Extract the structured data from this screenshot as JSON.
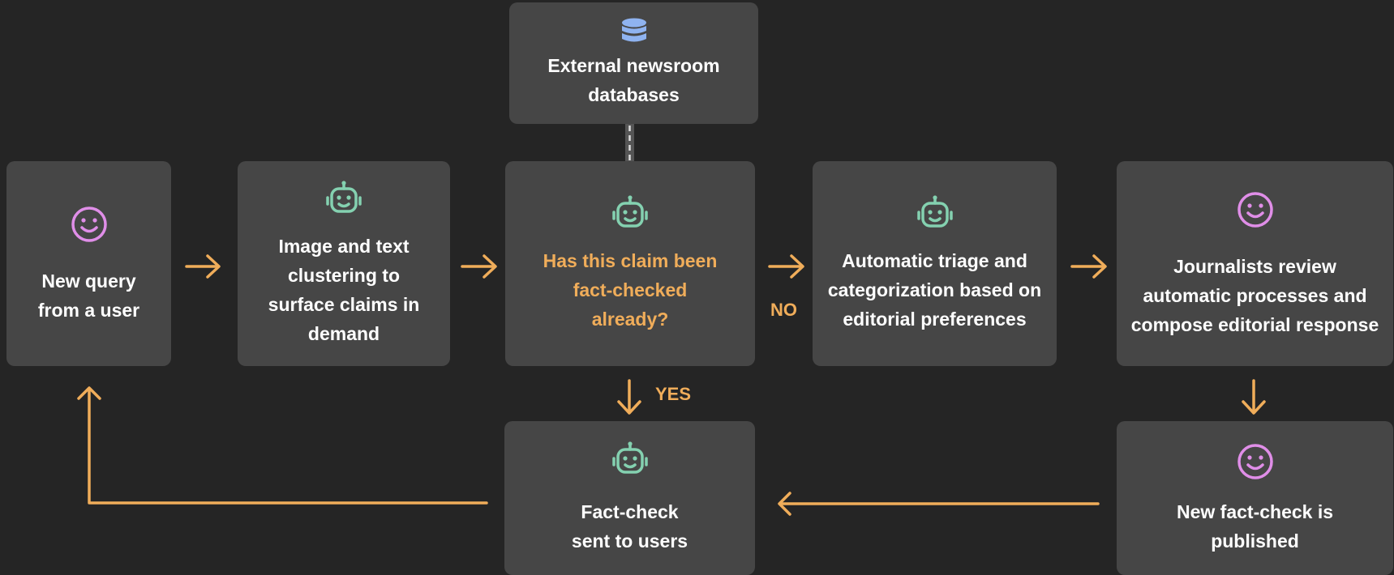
{
  "nodes": {
    "external_db": {
      "text": "External newsroom databases",
      "icon": "database-icon"
    },
    "new_query": {
      "text": "New query from a user",
      "icon": "smiley-icon"
    },
    "clustering": {
      "text": "Image and text clustering to surface claims in demand",
      "icon": "robot-icon"
    },
    "decision": {
      "text": "Has this claim been fact-checked already?",
      "icon": "robot-icon"
    },
    "triage": {
      "text": "Automatic triage and categorization based on editorial preferences",
      "icon": "robot-icon"
    },
    "journalists": {
      "text": "Journalists review automatic processes and compose editorial response",
      "icon": "smiley-icon"
    },
    "sent": {
      "text": "Fact-check sent to users",
      "icon": "robot-icon"
    },
    "published": {
      "text": "New fact-check is published",
      "icon": "smiley-icon"
    }
  },
  "branches": {
    "no": "NO",
    "yes": "YES"
  },
  "colors": {
    "background": "#252525",
    "box": "#464646",
    "arrow": "#f0ad5a",
    "question_text": "#f0ad5a",
    "human_icon": "#e08ee8",
    "robot_icon": "#84d1b0",
    "database_icon": "#8fb3f0"
  }
}
